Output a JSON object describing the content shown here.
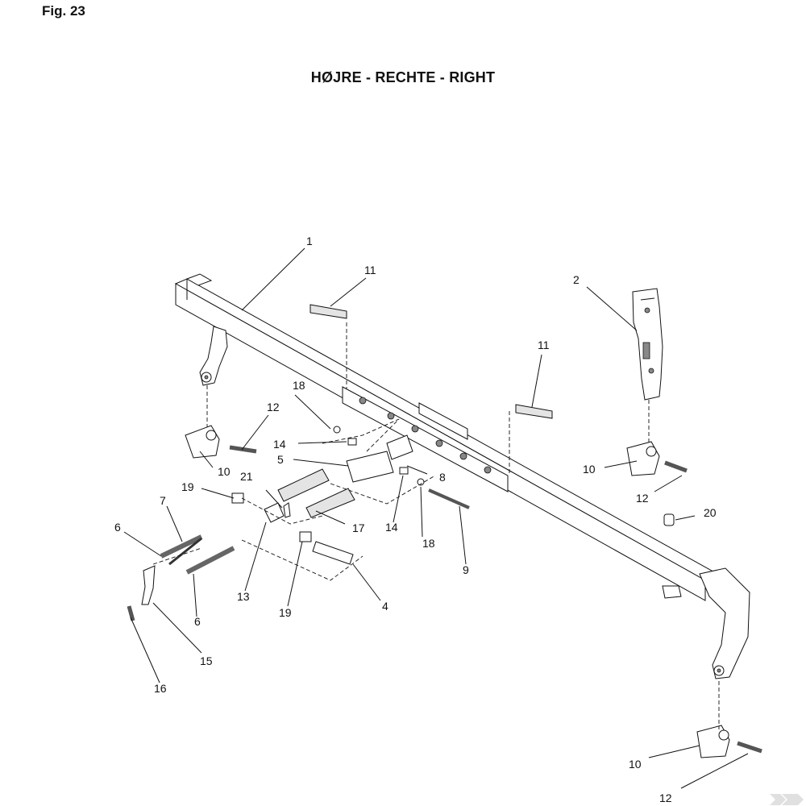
{
  "figure_label": "Fig. 23",
  "title": "HØJRE - RECHTE - RIGHT",
  "callouts": {
    "c1": "1",
    "c2": "2",
    "c4": "4",
    "c5": "5",
    "c6a": "6",
    "c6b": "6",
    "c7": "7",
    "c8": "8",
    "c9": "9",
    "c10a": "10",
    "c10b": "10",
    "c10c": "10",
    "c11a": "11",
    "c11b": "11",
    "c12a": "12",
    "c12b": "12",
    "c12c": "12",
    "c13": "13",
    "c14a": "14",
    "c14b": "14",
    "c15": "15",
    "c16": "16",
    "c17": "17",
    "c18a": "18",
    "c18b": "18",
    "c19a": "19",
    "c19b": "19",
    "c20": "20",
    "c21": "21"
  }
}
